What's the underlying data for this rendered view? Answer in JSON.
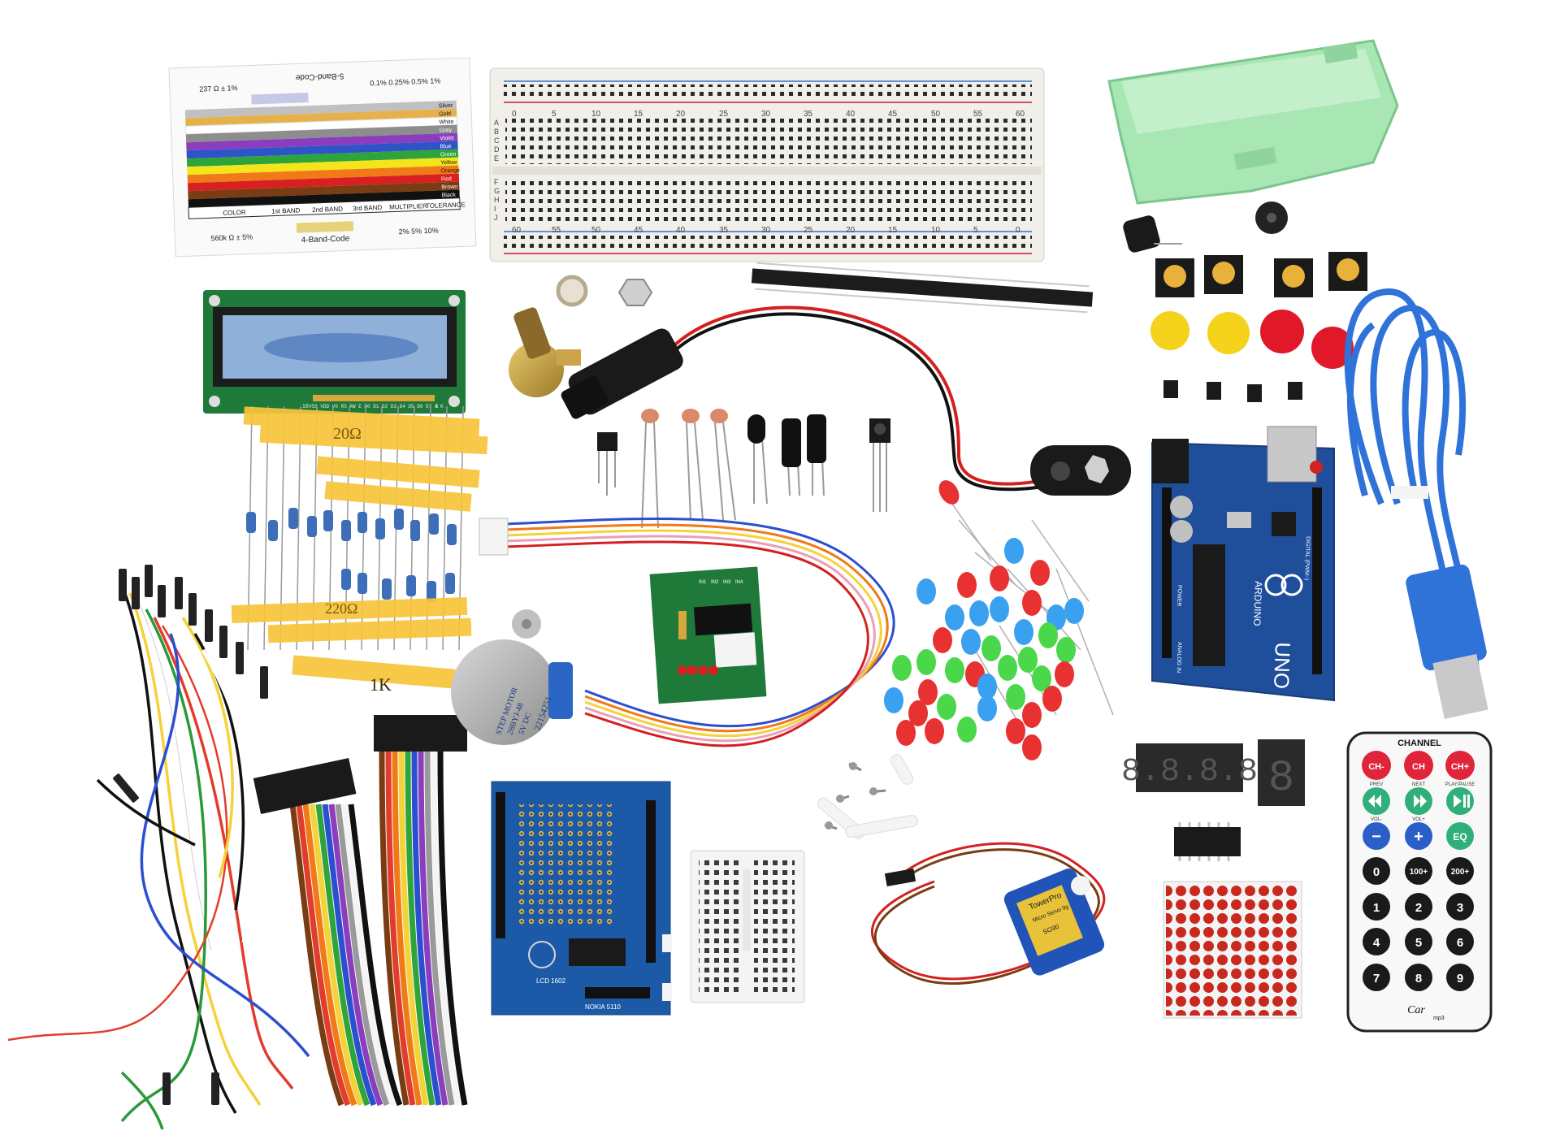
{
  "colors": {
    "background": "#ffffff",
    "pcb_blue": "#1f4f9a",
    "pcb_green": "#1f7a3a",
    "breadboard": "#f1efe9",
    "box_green": "#a8e6b4",
    "usb_cable": "#2f72d8",
    "lcd_screen": "#8fb0d8"
  },
  "resistor_card": {
    "title_5band": "5-Band-Code",
    "title_4band": "4-Band-Code",
    "example_5band": "237 Ω ± 1%",
    "example_4band": "560k Ω ± 5%",
    "tol_5band": "0.1% 0.25% 0.5% 1%",
    "tol_4band": "2% 5% 10%",
    "headers": [
      "COLOR",
      "1st BAND",
      "2nd BAND",
      "3rd BAND",
      "MULTIPLIER",
      "TOLERANCE"
    ],
    "colors": [
      "Silver",
      "Gold",
      "White",
      "Grey",
      "Violet",
      "Blue",
      "Green",
      "Yellow",
      "Orange",
      "Red",
      "Brown",
      "Black"
    ]
  },
  "breadboard": {
    "top_numbers": [
      "0",
      "5",
      "10",
      "15",
      "20",
      "25",
      "30",
      "35",
      "40",
      "45",
      "50",
      "55",
      "60"
    ],
    "bottom_numbers": [
      "60",
      "55",
      "50",
      "45",
      "40",
      "35",
      "30",
      "25",
      "20",
      "15",
      "10",
      "5",
      "0"
    ],
    "rows_top": [
      "A",
      "B",
      "C",
      "D",
      "E"
    ],
    "rows_bottom": [
      "F",
      "G",
      "H",
      "I",
      "J"
    ]
  },
  "lcd": {
    "pin_labels": "VSS VDD V0 RS RW E D0 D1 D2 D3 D4 D5 D6 D7 A K",
    "pin_first": "1",
    "pin_last": "16"
  },
  "resistor_tapes": {
    "tape1": "20Ω",
    "tape2": "220Ω",
    "tape3": "1K"
  },
  "stepper_motor": {
    "line1": "STEP MOTOR",
    "line2": "28BYJ-48",
    "line3": "5V DC",
    "serial": "22154251"
  },
  "driver_board": {
    "labels": [
      "IN1",
      "IN2",
      "IN3",
      "IN4"
    ]
  },
  "arduino": {
    "name": "UNO",
    "brand": "ARDUINO",
    "digital_label": "DIGITAL (PWM~)",
    "analog_label": "ANALOG IN",
    "power_label": "POWER"
  },
  "seven_segment": {
    "four_digit": "8.8.8.8",
    "single_digit": "8"
  },
  "servo": {
    "brand": "TowerPro",
    "line": "Micro Servo 9g",
    "model": "SG90"
  },
  "proto_shield": {
    "label": "LCD 1602",
    "label2": "NOKIA 5110"
  },
  "remote": {
    "header": "CHANNEL",
    "row1": [
      "CH-",
      "CH",
      "CH+"
    ],
    "row2_icons": [
      "prev-icon",
      "next-icon",
      "play-pause-icon"
    ],
    "row2_labels": [
      "PREV",
      "NEXT",
      "PLAY/PAUSE"
    ],
    "row3": [
      "−",
      "+",
      "EQ"
    ],
    "row3_labels": [
      "VOL-",
      "VOL+",
      ""
    ],
    "row4": [
      "0",
      "100+",
      "200+"
    ],
    "row5": [
      "1",
      "2",
      "3"
    ],
    "row6": [
      "4",
      "5",
      "6"
    ],
    "row7": [
      "7",
      "8",
      "9"
    ],
    "logo_main": "Car",
    "logo_sub": "mp3"
  }
}
